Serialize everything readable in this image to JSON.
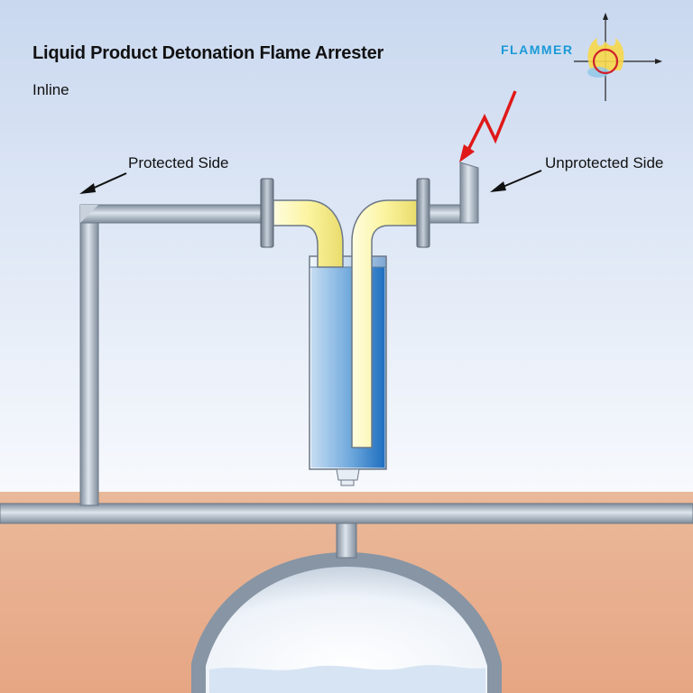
{
  "header": {
    "title": "Liquid Product Detonation Flame Arrester",
    "subtitle": "Inline"
  },
  "brand": {
    "name": "FLAMMER",
    "color": "#1a9ad6"
  },
  "labels": {
    "protected_side": "Protected Side",
    "unprotected_side": "Unprotected Side"
  },
  "colors": {
    "sky_top": "#cbd9ef",
    "sky_bottom": "#f6f8fc",
    "ground_top": "#e8b89a",
    "ground_bottom": "#e4a887",
    "pipe": "#9aa8b8",
    "liquid_seal": "#fbf6b0",
    "liquid": "#7fb6e2",
    "lightning": "#e01818",
    "arrow": "#111111"
  }
}
